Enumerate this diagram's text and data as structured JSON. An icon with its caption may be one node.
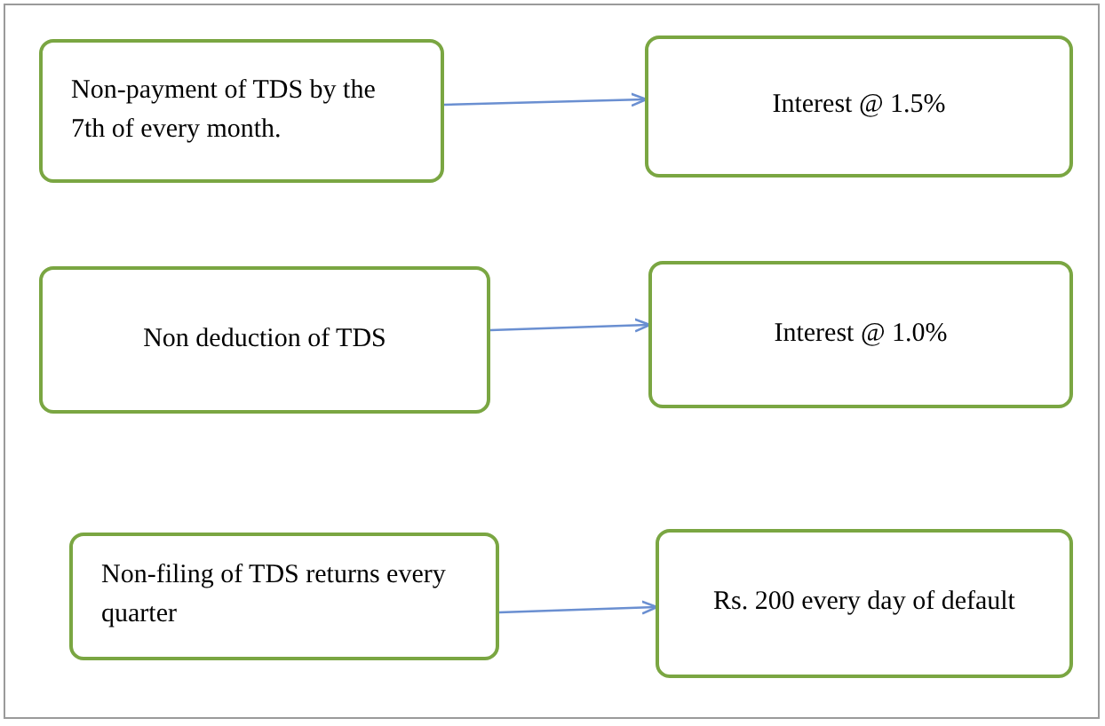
{
  "diagram": {
    "nodes": [
      {
        "text": [
          "Non-payment of TDS by the 7th of every month."
        ]
      },
      {
        "text": [
          "Interest @ 1.5%"
        ]
      },
      {
        "text": [
          "Non deduction of TDS"
        ]
      },
      {
        "text": [
          "Interest @ 1.0%"
        ]
      },
      {
        "text": [
          "Non-filing of TDS returns every quarter"
        ]
      },
      {
        "text": [
          "Rs. 200 every day of default"
        ]
      }
    ],
    "edges": [
      {
        "from": 0,
        "to": 1,
        "arrow": "to"
      },
      {
        "from": 2,
        "to": 3,
        "arrow": "to"
      },
      {
        "from": 4,
        "to": 5,
        "arrow": "to"
      }
    ]
  }
}
